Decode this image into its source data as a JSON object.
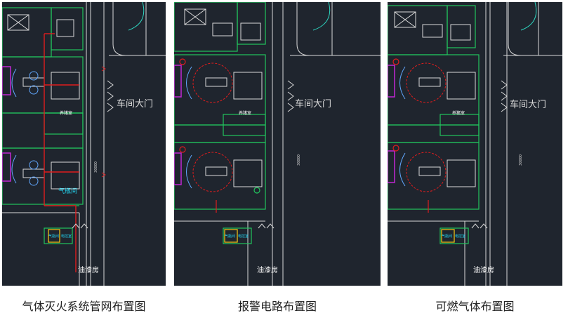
{
  "colors": {
    "background": "#1f252e",
    "wall": "#d9d9d9",
    "green_line": "#22c55e",
    "red_line": "#e11d1d",
    "cyan_text": "#22d3ee",
    "magenta": "#c026d3",
    "yellow": "#facc15"
  },
  "panels": [
    {
      "caption": "气体灭火系统管网布置图",
      "gate_label": "车间大门",
      "gas_room_label": "气瓶间",
      "paint_room_label": "油漆房",
      "equipment_room_label": "养猪室",
      "dimension_label": "30000",
      "small_room_label_a": "气瓶间",
      "small_room_label_b": "电控室"
    },
    {
      "caption": "报警电路布置图",
      "gate_label": "车间大门",
      "gas_room_label": "",
      "paint_room_label": "油漆房",
      "equipment_room_label": "养猪室",
      "dimension_label": "30000",
      "small_room_label_a": "气瓶间",
      "small_room_label_b": "电控室"
    },
    {
      "caption": "可燃气体布置图",
      "gate_label": "车间大门",
      "gas_room_label": "",
      "paint_room_label": "油漆房",
      "equipment_room_label": "养猪室",
      "dimension_label": "30000",
      "small_room_label_a": "气瓶间",
      "small_room_label_b": "电控室"
    }
  ]
}
